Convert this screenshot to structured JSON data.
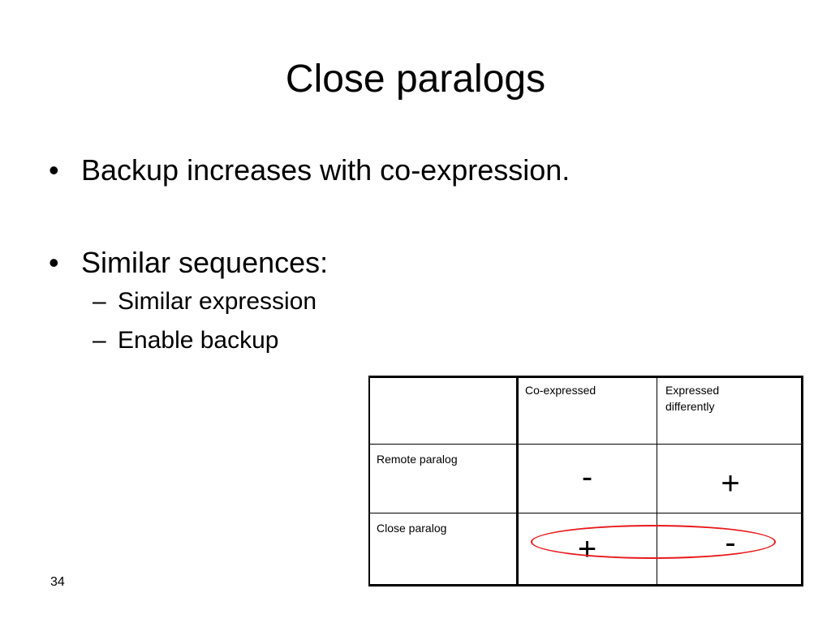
{
  "slide": {
    "title": "Close paralogs",
    "number": "34"
  },
  "bullets": [
    {
      "text": "Backup increases with co-expression."
    },
    {
      "text": "Similar sequences:"
    }
  ],
  "bullet_marker": "•",
  "sub_marker": "–",
  "sub_bullets": [
    {
      "text": "Similar expression"
    },
    {
      "text": "Enable backup"
    }
  ],
  "matrix": {
    "col_headers": [
      "",
      "Co-expressed",
      "Expressed differently"
    ],
    "rows": [
      {
        "label": "Remote paralog",
        "values": [
          "-",
          "+"
        ]
      },
      {
        "label": "Close paralog",
        "values": [
          "+",
          "-"
        ]
      }
    ],
    "highlight_color": "#e8191c"
  }
}
